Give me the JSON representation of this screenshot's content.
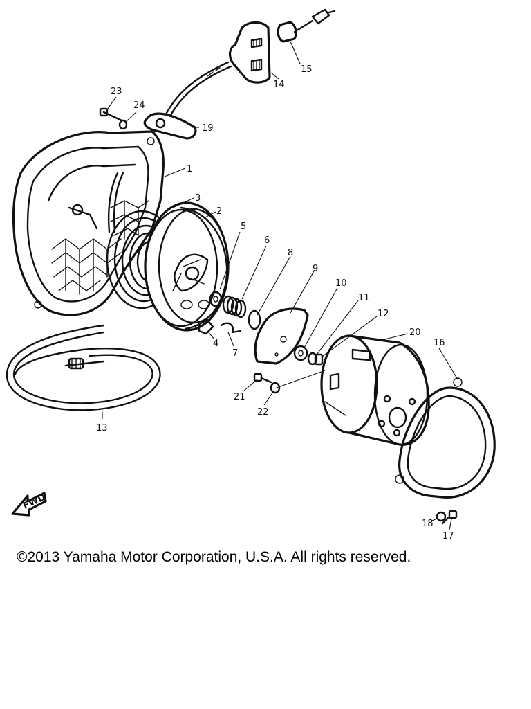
{
  "copyright": "©2013 Yamaha Motor Corporation, U.S.A. All rights reserved.",
  "fwd_label": "FWD",
  "parts": {
    "p1": "1",
    "p2": "2",
    "p3": "3",
    "p4": "4",
    "p5": "5",
    "p6": "6",
    "p7": "7",
    "p8": "8",
    "p9": "9",
    "p10": "10",
    "p11": "11",
    "p12": "12",
    "p13": "13",
    "p14": "14",
    "p15": "15",
    "p16": "16",
    "p17": "17",
    "p18": "18",
    "p19": "19",
    "p20": "20",
    "p21": "21",
    "p22": "22",
    "p23": "23",
    "p24": "24"
  }
}
